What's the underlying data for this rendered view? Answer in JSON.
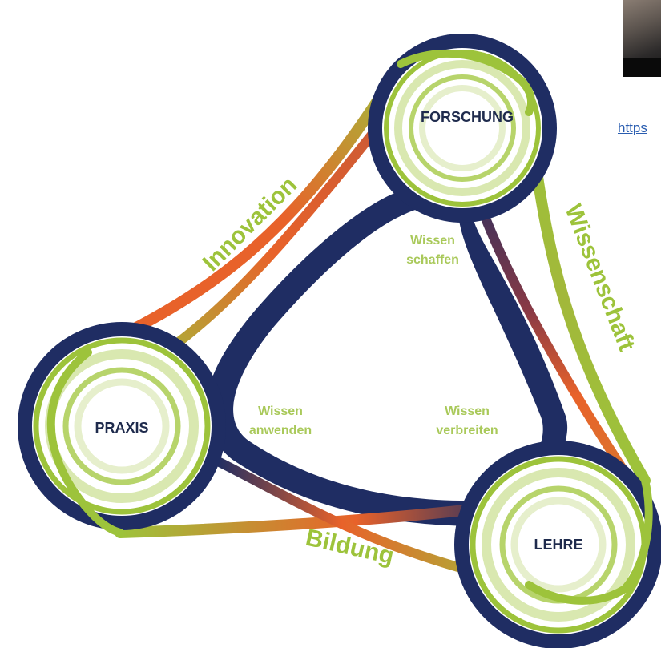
{
  "nodes": {
    "forschung": "FORSCHUNG",
    "praxis": "PRAXIS",
    "lehre": "LEHRE"
  },
  "edges": {
    "innovation": "Innovation",
    "wissenschaft": "Wissenschaft",
    "bildung": "Bildung"
  },
  "inner": {
    "top_line1": "Wissen",
    "top_line2": "schaffen",
    "left_line1": "Wissen",
    "left_line2": "anwenden",
    "right_line1": "Wissen",
    "right_line2": "verbreiten"
  },
  "link_text": "https",
  "colors": {
    "navy": "#1f2d63",
    "green": "#9dc33b",
    "light_green": "#d9e8b0",
    "orange": "#e8622a"
  }
}
